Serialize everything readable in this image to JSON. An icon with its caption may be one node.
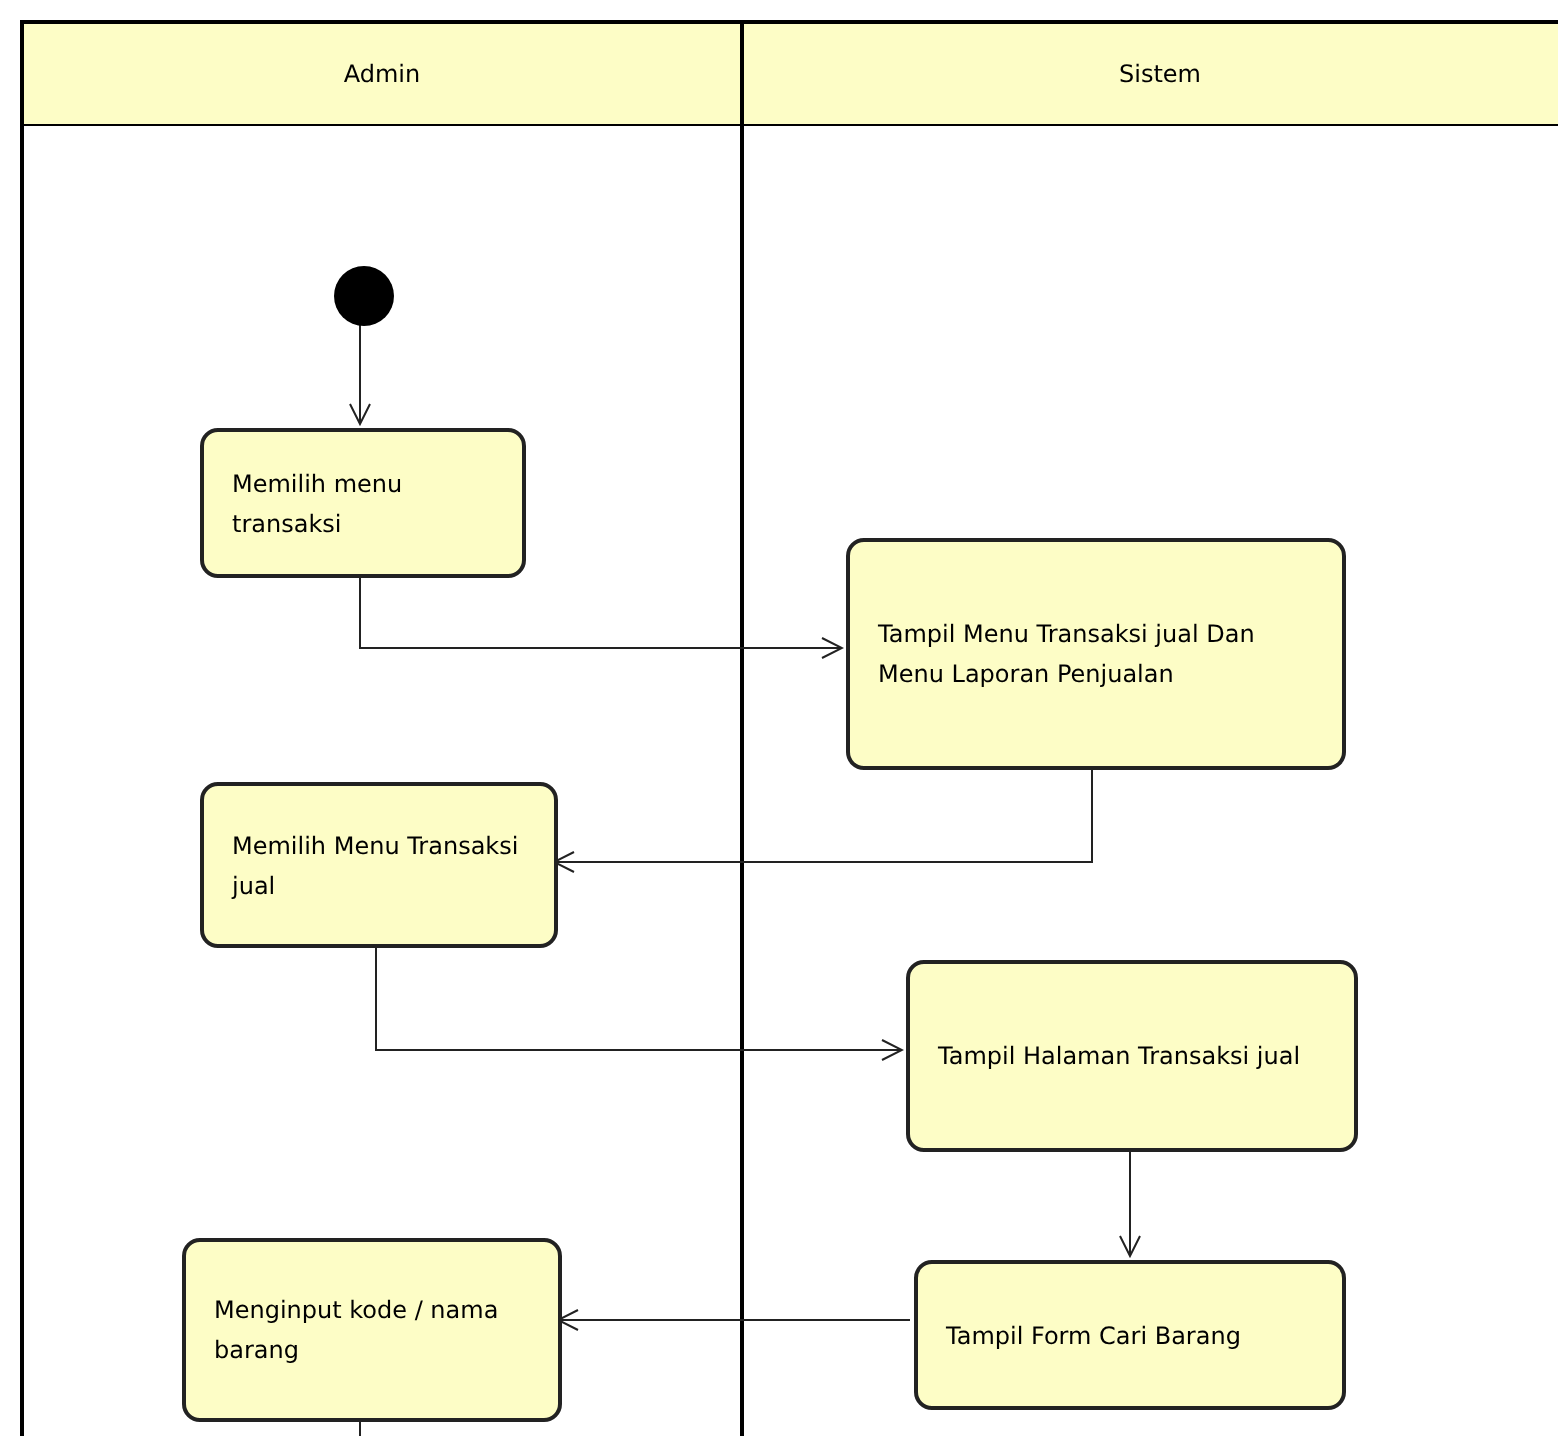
{
  "diagram": {
    "nodes": [
      {
        "text": [
          "Admin"
        ]
      },
      {
        "text": [
          "Sistem"
        ]
      },
      {
        "text": [],
        "shape": "circle",
        "in": 0
      },
      {
        "text": [
          "Memilih menu transaksi"
        ],
        "in": 0
      },
      {
        "text": [
          "Tampil Menu Transaksi jual Dan Menu Laporan Penjualan"
        ],
        "in": 1
      },
      {
        "text": [
          "Memilih Menu Transaksi jual"
        ],
        "in": 0
      },
      {
        "text": [
          "Tampil Halaman Transaksi jual"
        ],
        "in": 1
      },
      {
        "text": [
          "Tampil Form Cari Barang"
        ],
        "in": 1
      },
      {
        "text": [
          "Menginput kode / nama barang"
        ],
        "in": 0
      }
    ],
    "edges": [
      {
        "from": 2,
        "to": 3,
        "arrow": "to"
      },
      {
        "from": 3,
        "to": 4,
        "arrow": "to"
      },
      {
        "from": 4,
        "to": 5,
        "arrow": "to"
      },
      {
        "from": 5,
        "to": 6,
        "arrow": "to"
      },
      {
        "from": 6,
        "to": 7,
        "arrow": "to"
      },
      {
        "from": 7,
        "to": 8,
        "arrow": "to"
      },
      {
        "from": 8,
        "to": null,
        "arrow": "none"
      }
    ]
  }
}
